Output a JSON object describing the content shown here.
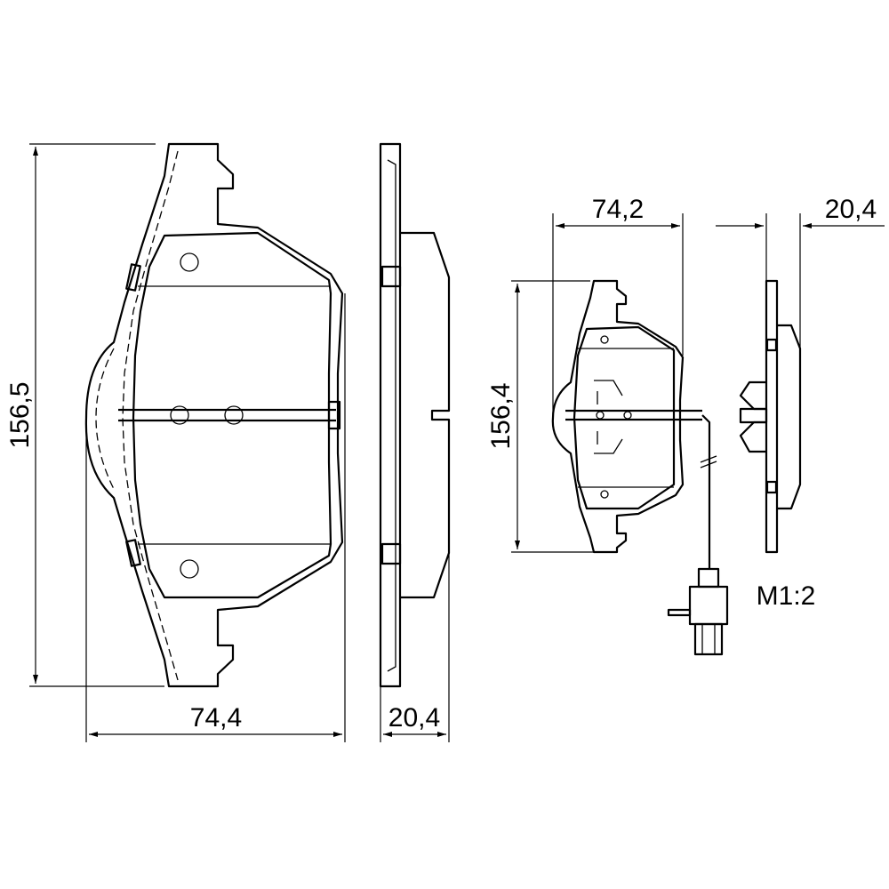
{
  "dimensions": {
    "large_pad_height": "156,5",
    "large_pad_width": "74,4",
    "large_pad_thickness": "20,4",
    "small_pad_width": "74,2",
    "small_pad_thickness": "20,4",
    "small_pad_height": "156,4"
  },
  "scale_label": "M1:2"
}
